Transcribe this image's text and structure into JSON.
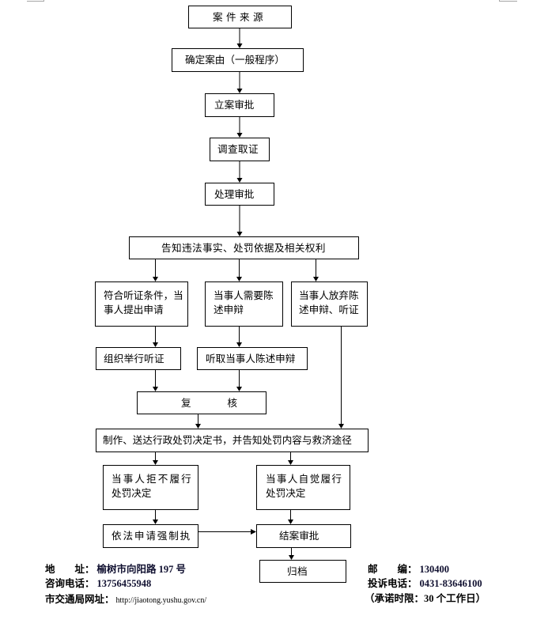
{
  "colors": {
    "box_border": "#000000",
    "main_arrow": "#7f7f7f",
    "branch_arrow": "#000000",
    "arrow_head": "#000000"
  },
  "flowchart": {
    "nodes": {
      "case_source": "案件来源",
      "determine_cause": "确定案由（一般程序）",
      "filing_approval": "立案审批",
      "investigation": "调查取证",
      "handling_approval": "处理审批",
      "notify_rights": "告知违法事实、处罚依据及相关权利",
      "hearing_request": [
        "符合听证条件，当",
        "事人提出申请"
      ],
      "statement_needed": [
        "当事人需要陈",
        "述申辩"
      ],
      "waive_statement": [
        "当事人放弃陈",
        "述申辩、听证"
      ],
      "organize_hearing": "组织举行听证",
      "hear_statement": "听取当事人陈述申辩",
      "review": "复　　　核",
      "decision_delivery": "制作、送达行政处罚决定书，并告知处罚内容与救济途径",
      "refuse_compliance": [
        "当事人拒不履行",
        "处罚决定"
      ],
      "voluntary_compliance": [
        "当事人自觉履行",
        "处罚决定"
      ],
      "enforcement_request": "依法申请强制执",
      "closing_approval": "结案审批",
      "archive": "归档"
    },
    "edges": [
      {
        "from": "case_source",
        "to": "determine_cause"
      },
      {
        "from": "determine_cause",
        "to": "filing_approval"
      },
      {
        "from": "filing_approval",
        "to": "investigation"
      },
      {
        "from": "investigation",
        "to": "handling_approval"
      },
      {
        "from": "handling_approval",
        "to": "notify_rights"
      },
      {
        "from": "notify_rights",
        "to": "hearing_request"
      },
      {
        "from": "notify_rights",
        "to": "statement_needed"
      },
      {
        "from": "notify_rights",
        "to": "waive_statement"
      },
      {
        "from": "hearing_request",
        "to": "organize_hearing"
      },
      {
        "from": "statement_needed",
        "to": "hear_statement"
      },
      {
        "from": "organize_hearing",
        "to": "review"
      },
      {
        "from": "hear_statement",
        "to": "review"
      },
      {
        "from": "review",
        "to": "decision_delivery"
      },
      {
        "from": "waive_statement",
        "to": "decision_delivery"
      },
      {
        "from": "decision_delivery",
        "to": "refuse_compliance"
      },
      {
        "from": "decision_delivery",
        "to": "voluntary_compliance"
      },
      {
        "from": "refuse_compliance",
        "to": "enforcement_request"
      },
      {
        "from": "voluntary_compliance",
        "to": "closing_approval"
      },
      {
        "from": "enforcement_request",
        "to": "closing_approval"
      },
      {
        "from": "closing_approval",
        "to": "archive"
      }
    ]
  },
  "footer": {
    "address_label": "地　　址：",
    "address_value": "榆树市向阳路 197 号",
    "consult_phone_label": "咨询电话：",
    "consult_phone_value": "13756455948",
    "website_label": "市交通局网址：",
    "website_value": "http://jiaotong.yushu.gov.cn/",
    "postcode_label": "邮　　编：",
    "postcode_value": "130400",
    "complaint_phone_label": "投诉电话：",
    "complaint_phone_value": "0431-83646100",
    "commitment": "（承诺时限：30 个工作日）"
  }
}
